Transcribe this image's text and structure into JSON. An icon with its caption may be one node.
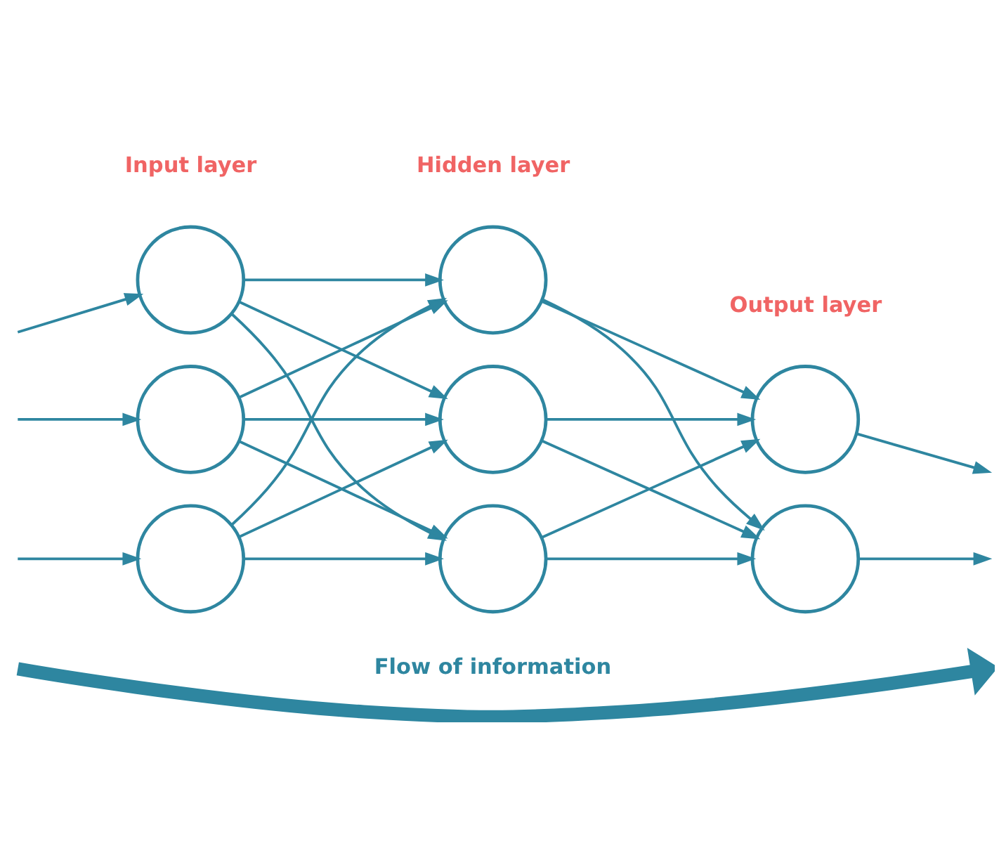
{
  "diagram": {
    "nodes": [
      {
        "text": [],
        "shape": "circle"
      },
      {
        "text": [],
        "shape": "circle"
      },
      {
        "text": [],
        "shape": "circle"
      },
      {
        "text": [],
        "shape": "circle"
      },
      {
        "text": [],
        "shape": "circle"
      },
      {
        "text": [],
        "shape": "circle"
      },
      {
        "text": [],
        "shape": "circle"
      },
      {
        "text": [],
        "shape": "circle"
      }
    ],
    "edges": [
      {
        "from": null,
        "to": 0,
        "arrow": "to"
      },
      {
        "from": null,
        "to": 1,
        "arrow": "to"
      },
      {
        "from": null,
        "to": 2,
        "arrow": "to"
      },
      {
        "from": 0,
        "to": 3,
        "arrow": "to"
      },
      {
        "from": 0,
        "to": 4,
        "arrow": "to"
      },
      {
        "from": 0,
        "to": 5,
        "arrow": "to"
      },
      {
        "from": 1,
        "to": 3,
        "arrow": "to"
      },
      {
        "from": 1,
        "to": 4,
        "arrow": "to"
      },
      {
        "from": 1,
        "to": 5,
        "arrow": "to"
      },
      {
        "from": 2,
        "to": 3,
        "arrow": "to"
      },
      {
        "from": 2,
        "to": 4,
        "arrow": "to"
      },
      {
        "from": 2,
        "to": 5,
        "arrow": "to"
      },
      {
        "from": 3,
        "to": 6,
        "arrow": "to"
      },
      {
        "from": 3,
        "to": 7,
        "arrow": "to"
      },
      {
        "from": 4,
        "to": 6,
        "arrow": "to"
      },
      {
        "from": 4,
        "to": 7,
        "arrow": "to"
      },
      {
        "from": 5,
        "to": 6,
        "arrow": "to"
      },
      {
        "from": 5,
        "to": 7,
        "arrow": "to"
      },
      {
        "from": 6,
        "to": null,
        "arrow": "to"
      },
      {
        "from": 7,
        "to": null,
        "arrow": "to"
      }
    ],
    "labels": [
      "Input layer",
      "Hidden layer",
      "Output layer",
      "Flow of information"
    ]
  }
}
